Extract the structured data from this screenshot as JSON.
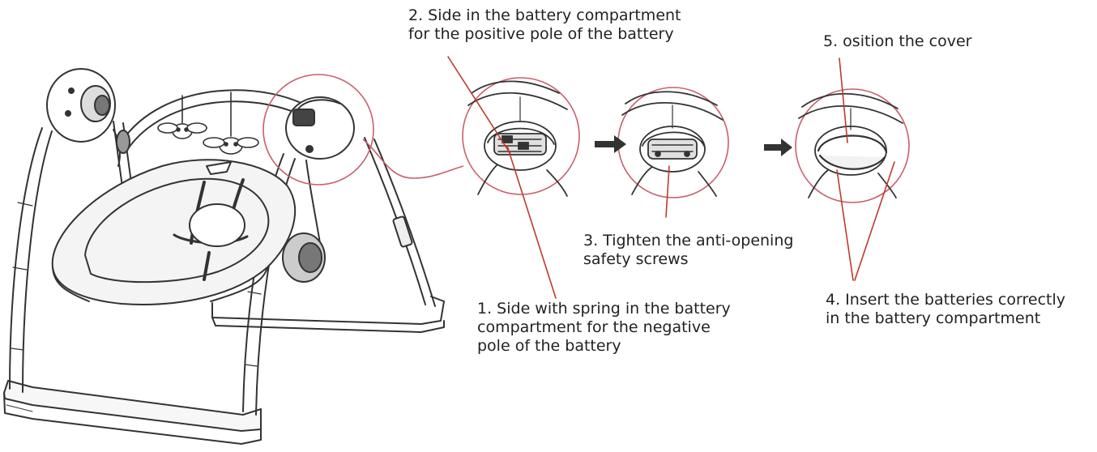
{
  "colors": {
    "ink": "#222222",
    "leader": "#c0392b",
    "callout_circle": "#c8606a",
    "arrow": "#333333"
  },
  "icons": [
    "baby-swing-illustration",
    "battery-cover-detail",
    "step-arrow-icon"
  ],
  "labels": {
    "step1": "1. Side with spring in the battery\ncompartment for the negative\npole of the battery",
    "step2": "2. Side in the battery compartment\nfor the positive pole of the battery",
    "step3": "3. Tighten the anti-opening\nsafety screws",
    "step4": "4. Insert the batteries correctly\nin the battery compartment",
    "step5": "5. osition the cover"
  }
}
